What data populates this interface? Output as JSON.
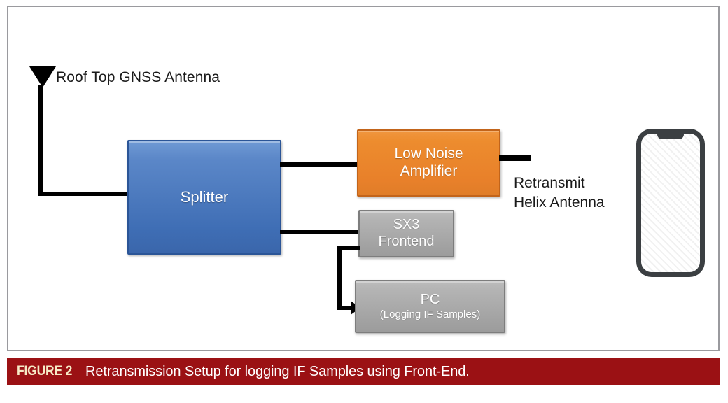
{
  "figure": {
    "caption_prefix": "FIGURE 2",
    "caption_text": "Retransmission Setup for logging IF Samples using Front-End.",
    "caption_bar_color": "#9B1114",
    "caption_prefix_color": "#F6EAC6",
    "caption_text_color": "#FFFFFF",
    "frame_border_color": "#9A9A9E",
    "background_color": "#FFFFFF"
  },
  "diagram": {
    "antenna": {
      "label": "Roof Top GNSS Antenna",
      "icon": "antenna-triangle-icon",
      "color": "#000000"
    },
    "blocks": [
      {
        "id": "splitter",
        "line1": "Splitter",
        "line2": "",
        "fill": "#4A7BC0",
        "border": "#2B5597",
        "text_color": "#FFFFFF"
      },
      {
        "id": "low-noise-amplifier",
        "line1": "Low Noise",
        "line2": "Amplifier",
        "fill": "#ED8C2E",
        "border": "#C2641A",
        "text_color": "#FFFFFF"
      },
      {
        "id": "sx3-frontend",
        "line1": "SX3",
        "line2": "Frontend",
        "fill": "#ABABAB",
        "border": "#7D7D7D",
        "text_color": "#FFFFFF"
      },
      {
        "id": "pc",
        "line1": "PC",
        "line2": "(Logging IF Samples)",
        "fill": "#ABABAB",
        "border": "#7D7D7D",
        "text_color": "#FFFFFF"
      }
    ],
    "retransmit": {
      "line1": "Retransmit",
      "line2": "Helix Antenna",
      "color": "#1A1A1A"
    },
    "device": {
      "name": "smartphone-icon",
      "outline_color": "#3B3F42"
    },
    "connections": [
      {
        "from": "antenna",
        "to": "splitter",
        "style": "line"
      },
      {
        "from": "splitter",
        "to": "low-noise-amplifier",
        "style": "line"
      },
      {
        "from": "splitter",
        "to": "sx3-frontend",
        "style": "line"
      },
      {
        "from": "low-noise-amplifier",
        "to": "retransmit-helix-antenna",
        "style": "stub"
      },
      {
        "from": "sx3-frontend",
        "to": "pc",
        "style": "arrow"
      }
    ]
  }
}
